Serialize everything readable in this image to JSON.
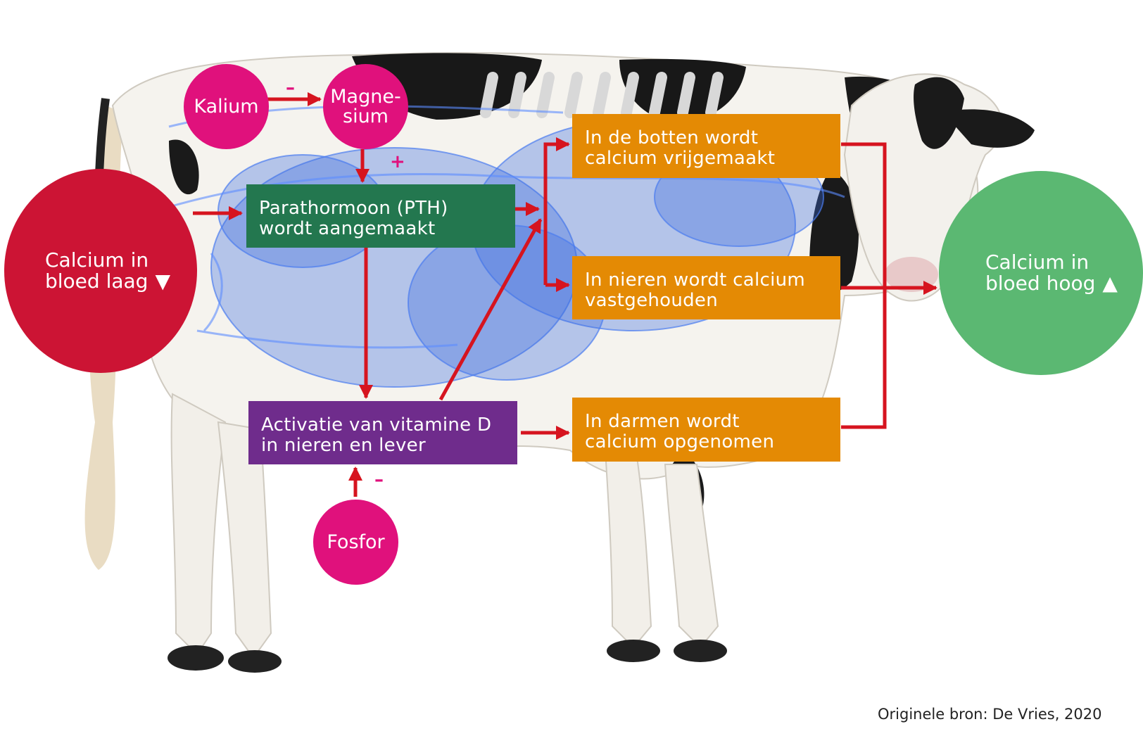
{
  "nodes": {
    "calcium_low": {
      "line1": "Calcium in",
      "line2": "bloed laag"
    },
    "calcium_high": {
      "line1": "Calcium in",
      "line2": "bloed hoog"
    },
    "kalium": "Kalium",
    "magnesium": {
      "line1": "Magne-",
      "line2": "sium"
    },
    "fosfor": "Fosfor",
    "pth": {
      "line1": "Parathormoon (PTH)",
      "line2": " wordt aangemaakt"
    },
    "vitamin_d": {
      "line1": "Activatie van vitamine D",
      "line2": "in nieren en lever"
    },
    "bones": {
      "line1": "In de botten wordt",
      "line2": "calcium vrijgemaakt"
    },
    "kidneys": {
      "line1": "In nieren wordt calcium",
      "line2": " vastgehouden"
    },
    "intestine": {
      "line1": "In darmen wordt",
      "line2": "calcium opgenomen"
    }
  },
  "signs": {
    "kalium_magnesium": "–",
    "magnesium_pth": "+",
    "fosfor_vitd": "–"
  },
  "source": "Originele bron: De Vries, 2020",
  "colors": {
    "red": "#cc1434",
    "magenta": "#e0117c",
    "dark_green": "#23774f",
    "purple": "#6f2c8c",
    "orange": "#e48a04",
    "green": "#5bb872",
    "arrow": "#d6141f"
  }
}
